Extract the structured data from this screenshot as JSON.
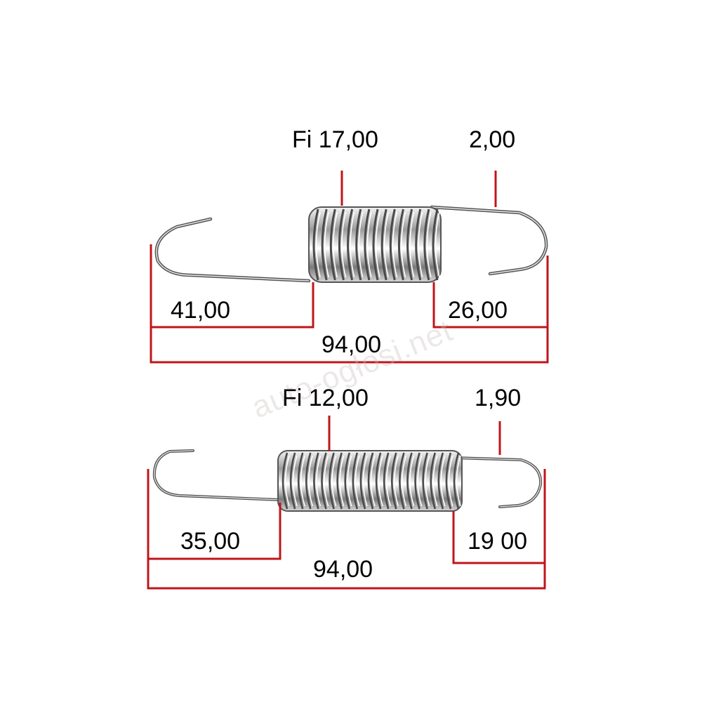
{
  "watermark": "auto-ogłosi.net",
  "colors": {
    "dimension_line": "#c0151b",
    "wire_dark": "#555555",
    "wire_light": "#e6e6e6",
    "text": "#000000"
  },
  "spring_top": {
    "coil_diameter": "Fi 17,00",
    "wire_diameter": "2,00",
    "left_length": "41,00",
    "right_length": "26,00",
    "total_length": "94,00"
  },
  "spring_bottom": {
    "coil_diameter": "Fi 12,00",
    "wire_diameter": "1,90",
    "left_length": "35,00",
    "right_length": "19 00",
    "total_length": "94,00"
  }
}
